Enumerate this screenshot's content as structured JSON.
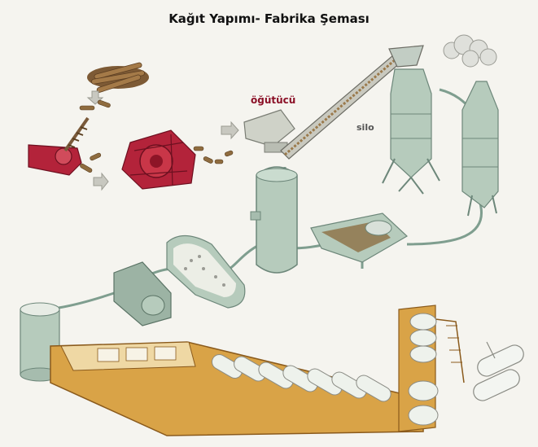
{
  "title": "Kağıt Yapımı- Fabrika Şeması",
  "labels": {
    "grinder": "öğütücü",
    "silo": "silo"
  },
  "icons": [
    "log-pile-icon",
    "arrow-icon",
    "debarker-machine-icon",
    "chipper-machine-icon",
    "grinder-icon",
    "conveyor-icon",
    "silo-icon",
    "digester-tank-icon",
    "washer-icon",
    "beater-tank-icon",
    "refiner-icon",
    "stock-chest-icon",
    "paper-machine-icon",
    "press-rollers-icon",
    "drying-cylinders-icon",
    "paper-roll-icon"
  ],
  "colors": {
    "machine_red": "#b3233a",
    "tank_green": "#b6cbbc",
    "frame_orange": "#d9a347",
    "chip_brown": "#8a6a3c"
  }
}
